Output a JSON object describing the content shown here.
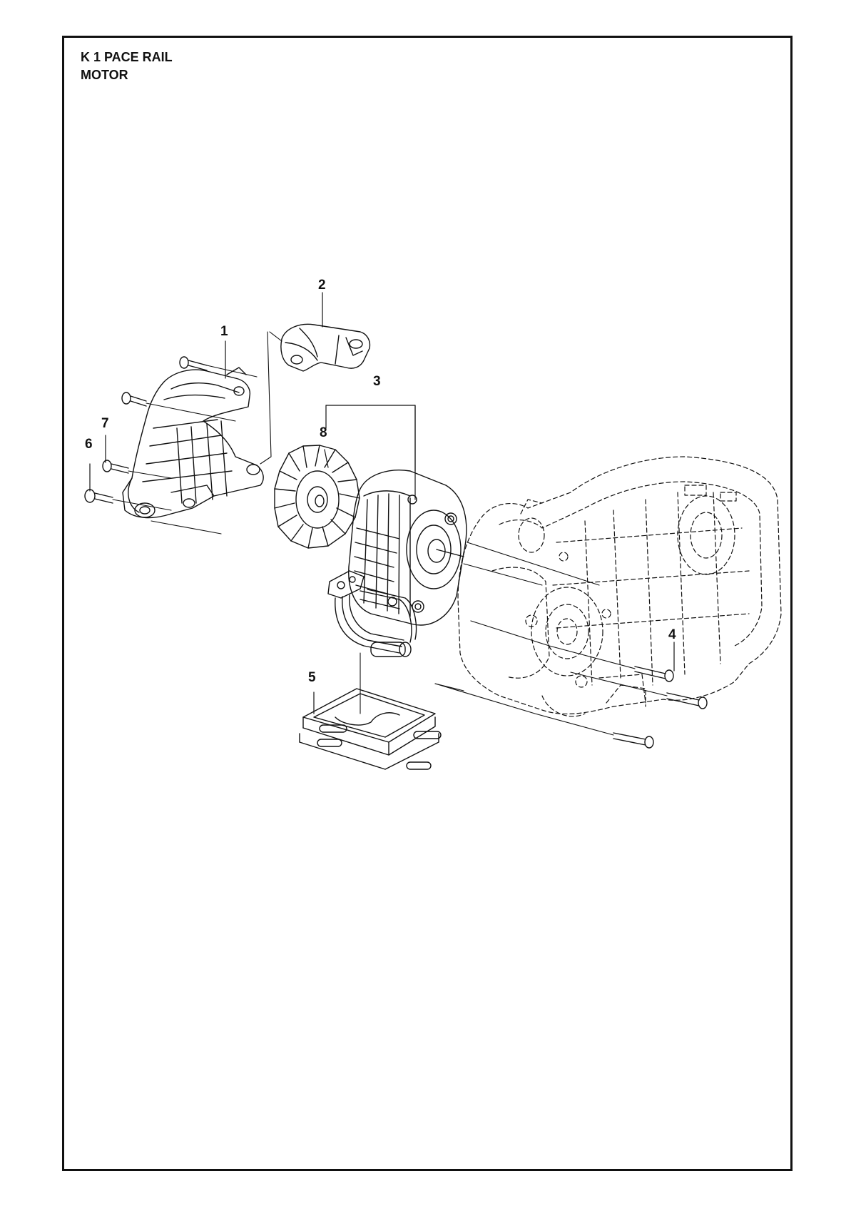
{
  "header": {
    "model": "K 1 PACE RAIL",
    "section": "MOTOR"
  },
  "callouts": [
    {
      "id": "1",
      "label": "1"
    },
    {
      "id": "2",
      "label": "2"
    },
    {
      "id": "3",
      "label": "3"
    },
    {
      "id": "4",
      "label": "4"
    },
    {
      "id": "5",
      "label": "5"
    },
    {
      "id": "6",
      "label": "6"
    },
    {
      "id": "7",
      "label": "7"
    },
    {
      "id": "8",
      "label": "8"
    }
  ],
  "colors": {
    "ink": "#111111",
    "paper": "#ffffff"
  }
}
